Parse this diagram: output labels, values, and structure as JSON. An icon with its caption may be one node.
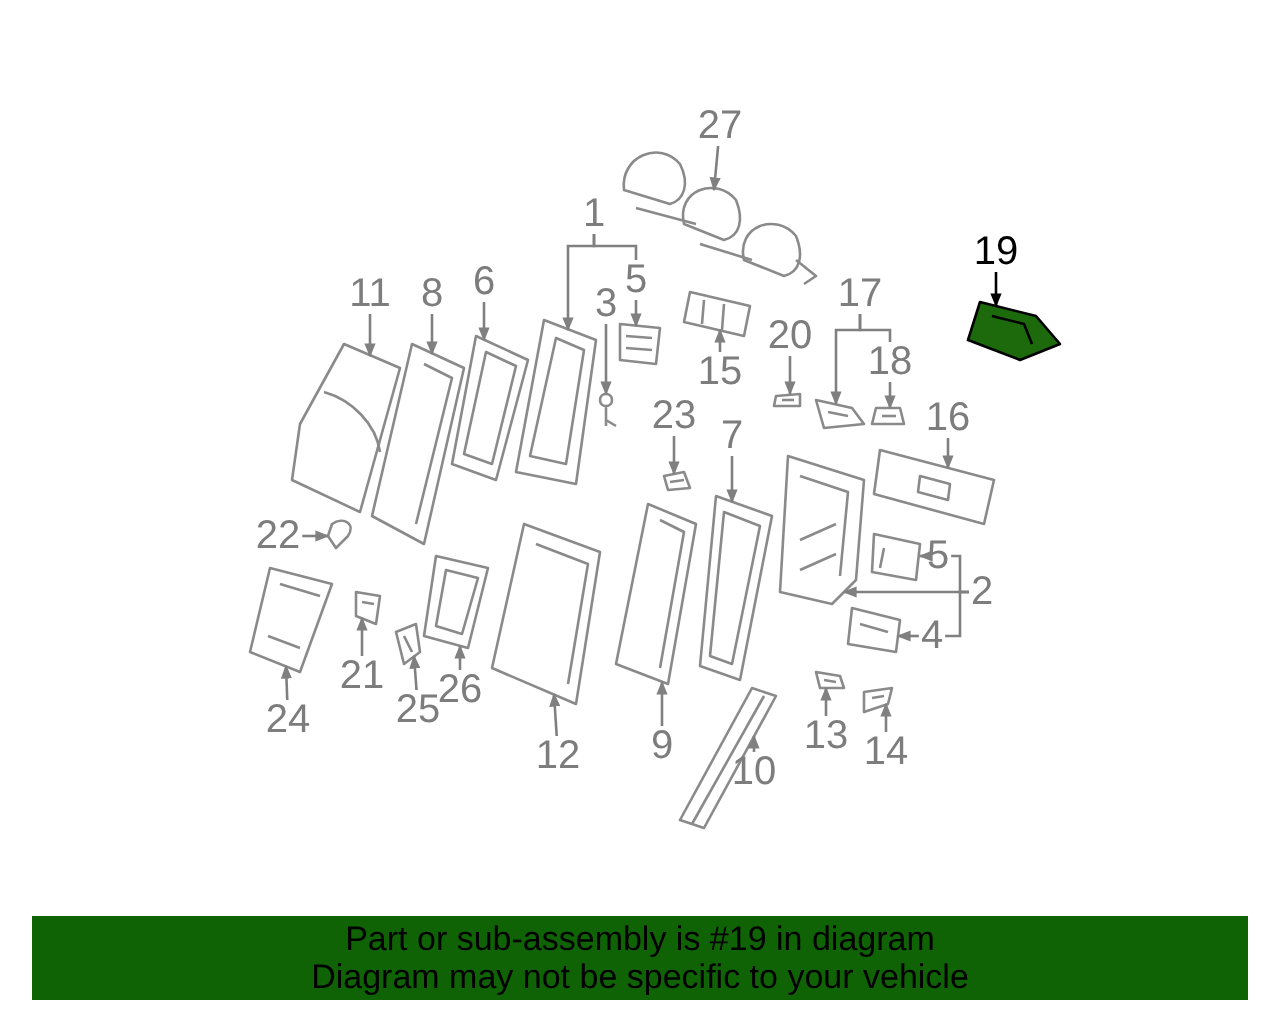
{
  "diagram": {
    "nodes": [
      {
        "text": [
          "27"
        ]
      },
      {
        "text": [
          "1"
        ]
      },
      {
        "text": [
          "5"
        ]
      },
      {
        "text": [
          "3"
        ]
      },
      {
        "text": [
          "11"
        ]
      },
      {
        "text": [
          "8"
        ]
      },
      {
        "text": [
          "6"
        ]
      },
      {
        "text": [
          "15"
        ]
      },
      {
        "text": [
          "20"
        ]
      },
      {
        "text": [
          "17"
        ]
      },
      {
        "text": [
          "18"
        ]
      },
      {
        "text": [
          "19"
        ]
      },
      {
        "text": [
          "23"
        ]
      },
      {
        "text": [
          "7"
        ]
      },
      {
        "text": [
          "16"
        ]
      },
      {
        "text": [
          "22"
        ]
      },
      {
        "text": [
          "5"
        ]
      },
      {
        "text": [
          "2"
        ]
      },
      {
        "text": [
          "4"
        ]
      },
      {
        "text": [
          "24"
        ]
      },
      {
        "text": [
          "21"
        ]
      },
      {
        "text": [
          "25"
        ]
      },
      {
        "text": [
          "26"
        ]
      },
      {
        "text": [
          "12"
        ]
      },
      {
        "text": [
          "9"
        ]
      },
      {
        "text": [
          "10"
        ]
      },
      {
        "text": [
          "13"
        ]
      },
      {
        "text": [
          "14"
        ]
      },
      {
        "text": [],
        "shape": "picture"
      },
      {
        "text": [],
        "shape": "picture"
      },
      {
        "text": [],
        "shape": "picture"
      },
      {
        "text": [],
        "shape": "picture"
      },
      {
        "text": [],
        "shape": "picture"
      },
      {
        "text": [],
        "shape": "picture"
      },
      {
        "text": [],
        "shape": "picture"
      },
      {
        "text": [],
        "shape": "picture"
      },
      {
        "text": [],
        "shape": "picture"
      },
      {
        "text": [],
        "shape": "picture"
      },
      {
        "text": [],
        "shape": "picture"
      },
      {
        "text": [],
        "shape": "picture"
      },
      {
        "text": [],
        "shape": "picture"
      },
      {
        "text": [],
        "shape": "picture"
      },
      {
        "text": [],
        "shape": "picture"
      },
      {
        "text": [],
        "shape": "picture"
      },
      {
        "text": [],
        "shape": "picture"
      },
      {
        "text": [],
        "shape": "picture"
      },
      {
        "text": [],
        "shape": "picture"
      },
      {
        "text": [],
        "shape": "picture"
      },
      {
        "text": [],
        "shape": "picture"
      },
      {
        "text": [],
        "shape": "picture"
      },
      {
        "text": [],
        "shape": "picture"
      },
      {
        "text": [],
        "shape": "picture"
      },
      {
        "text": [],
        "shape": "picture"
      },
      {
        "text": [],
        "shape": "picture"
      },
      {
        "text": [],
        "shape": "picture"
      },
      {
        "text": [],
        "shape": "picture"
      },
      {
        "text": [
          "Part or sub-assembly is #19 in diagram",
          "Diagram may not be specific to your vehicle"
        ]
      }
    ],
    "edges": [
      {
        "from": 0,
        "to": 41,
        "arrow": "to"
      },
      {
        "from": 1,
        "to": 37,
        "arrow": "to"
      },
      {
        "from": 1,
        "to": 2,
        "arrow": "none"
      },
      {
        "from": 2,
        "to": 40,
        "arrow": "to"
      },
      {
        "from": 3,
        "to": 38,
        "arrow": "to"
      },
      {
        "from": 4,
        "to": 29,
        "arrow": "to"
      },
      {
        "from": 5,
        "to": 32,
        "arrow": "to"
      },
      {
        "from": 6,
        "to": 35,
        "arrow": "to"
      },
      {
        "from": 7,
        "to": 44,
        "arrow": "to"
      },
      {
        "from": 8,
        "to": 47,
        "arrow": "to"
      },
      {
        "from": 9,
        "to": 49,
        "arrow": "to"
      },
      {
        "from": 9,
        "to": 10,
        "arrow": "none"
      },
      {
        "from": 10,
        "to": 53,
        "arrow": "to"
      },
      {
        "from": 11,
        "to": 55,
        "arrow": "to",
        "color": "#000000"
      },
      {
        "from": 12,
        "to": 42,
        "arrow": "to"
      },
      {
        "from": 13,
        "to": 45,
        "arrow": "to"
      },
      {
        "from": 14,
        "to": 54,
        "arrow": "to"
      },
      {
        "from": 15,
        "to": 30,
        "arrow": "to"
      },
      {
        "from": 16,
        "to": 52,
        "arrow": "to"
      },
      {
        "from": 17,
        "to": 46,
        "arrow": "to"
      },
      {
        "from": 17,
        "to": 16,
        "arrow": "none"
      },
      {
        "from": 17,
        "to": 18,
        "arrow": "none"
      },
      {
        "from": 18,
        "to": 50,
        "arrow": "to"
      },
      {
        "from": 19,
        "to": 28,
        "arrow": "to"
      },
      {
        "from": 20,
        "to": 31,
        "arrow": "to"
      },
      {
        "from": 21,
        "to": 33,
        "arrow": "to"
      },
      {
        "from": 22,
        "to": 34,
        "arrow": "to"
      },
      {
        "from": 23,
        "to": 36,
        "arrow": "to"
      },
      {
        "from": 24,
        "to": 39,
        "arrow": "to"
      },
      {
        "from": 25,
        "to": 43,
        "arrow": "to"
      },
      {
        "from": 26,
        "to": 48,
        "arrow": "to"
      },
      {
        "from": 27,
        "to": 51,
        "arrow": "to"
      }
    ]
  }
}
